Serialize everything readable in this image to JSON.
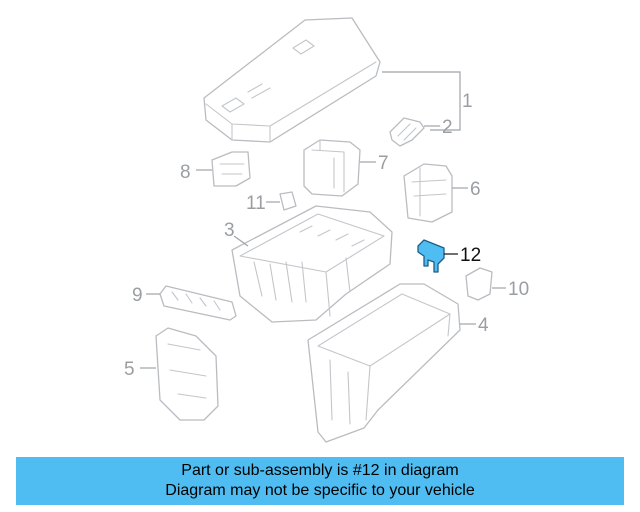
{
  "callouts": [
    {
      "id": "1",
      "label": "1"
    },
    {
      "id": "2",
      "label": "2"
    },
    {
      "id": "3",
      "label": "3"
    },
    {
      "id": "4",
      "label": "4"
    },
    {
      "id": "5",
      "label": "5"
    },
    {
      "id": "6",
      "label": "6"
    },
    {
      "id": "7",
      "label": "7"
    },
    {
      "id": "8",
      "label": "8"
    },
    {
      "id": "9",
      "label": "9"
    },
    {
      "id": "10",
      "label": "10"
    },
    {
      "id": "11",
      "label": "11"
    },
    {
      "id": "12",
      "label": "12",
      "highlighted": true
    }
  ],
  "highlight_color": "#4fbdf2",
  "banner": {
    "line1": "Part or sub-assembly is #12 in diagram",
    "line2": "Diagram may not be specific to your vehicle"
  }
}
